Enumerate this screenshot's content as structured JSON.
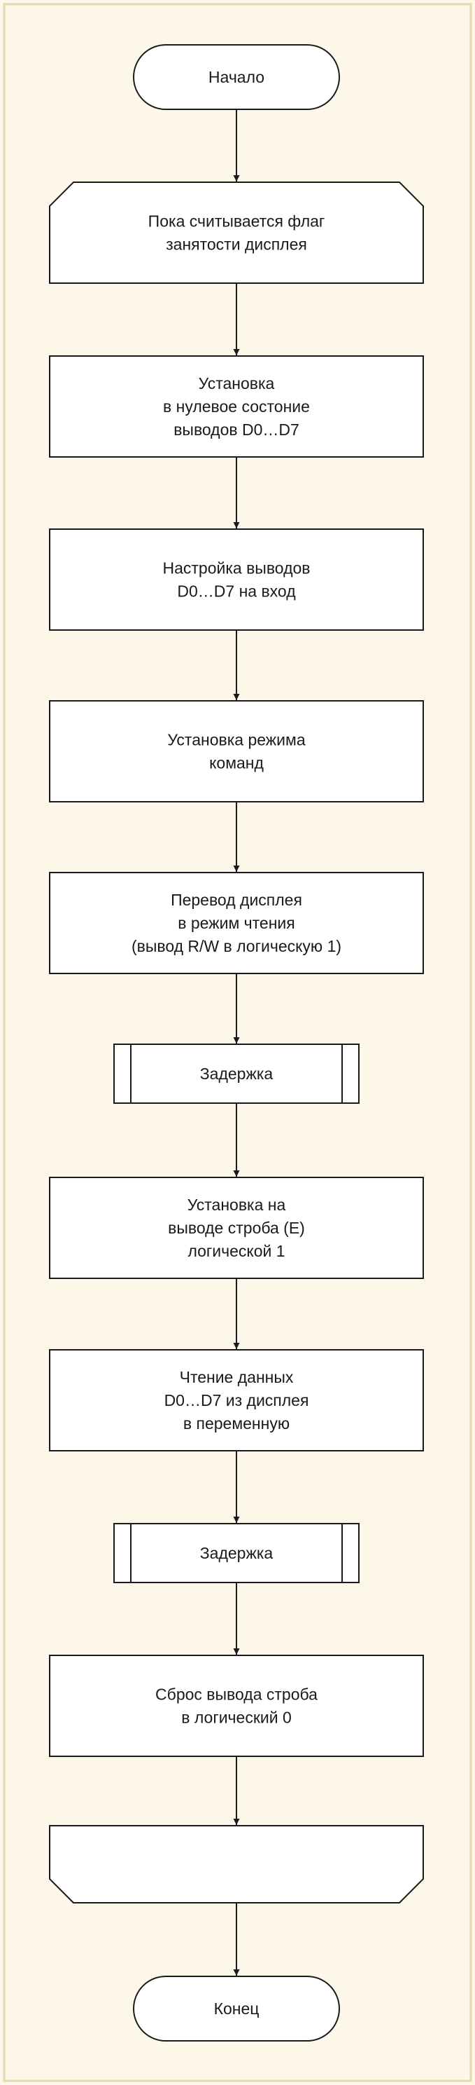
{
  "colors": {
    "page_background": "#fdf7ea",
    "frame_border": "#e8d6b0",
    "block_fill": "#ffffff",
    "stroke": "#1a1a1a",
    "text": "#1a1a1a"
  },
  "flowchart": {
    "steps": [
      {
        "id": "start",
        "shape": "terminator",
        "lines": [
          "Начало"
        ]
      },
      {
        "id": "loop_begin",
        "shape": "loop-start",
        "lines": [
          "Пока считывается флаг",
          "занятости дисплея"
        ]
      },
      {
        "id": "reset_pins",
        "shape": "process",
        "lines": [
          "Установка",
          "в нулевое состоние",
          "выводов D0…D7"
        ]
      },
      {
        "id": "pins_input",
        "shape": "process",
        "lines": [
          "Настройка выводов",
          "D0…D7 на вход"
        ]
      },
      {
        "id": "command_mode",
        "shape": "process",
        "lines": [
          "Установка режима",
          "команд"
        ]
      },
      {
        "id": "read_mode",
        "shape": "process",
        "lines": [
          "Перевод дисплея",
          "в режим чтения",
          "(вывод R/W в логическую 1)"
        ]
      },
      {
        "id": "delay_1",
        "shape": "subroutine",
        "lines": [
          "Задержка"
        ]
      },
      {
        "id": "strobe_high",
        "shape": "process",
        "lines": [
          "Установка на",
          "выводе строба (E)",
          "логической 1"
        ]
      },
      {
        "id": "read_data",
        "shape": "process",
        "lines": [
          "Чтение данных",
          "D0…D7 из дисплея",
          "в переменную"
        ]
      },
      {
        "id": "delay_2",
        "shape": "subroutine",
        "lines": [
          "Задержка"
        ]
      },
      {
        "id": "strobe_low",
        "shape": "process",
        "lines": [
          "Сброс вывода строба",
          "в логический 0"
        ]
      },
      {
        "id": "loop_end",
        "shape": "loop-end",
        "lines": []
      },
      {
        "id": "end",
        "shape": "terminator",
        "lines": [
          "Конец"
        ]
      }
    ]
  }
}
